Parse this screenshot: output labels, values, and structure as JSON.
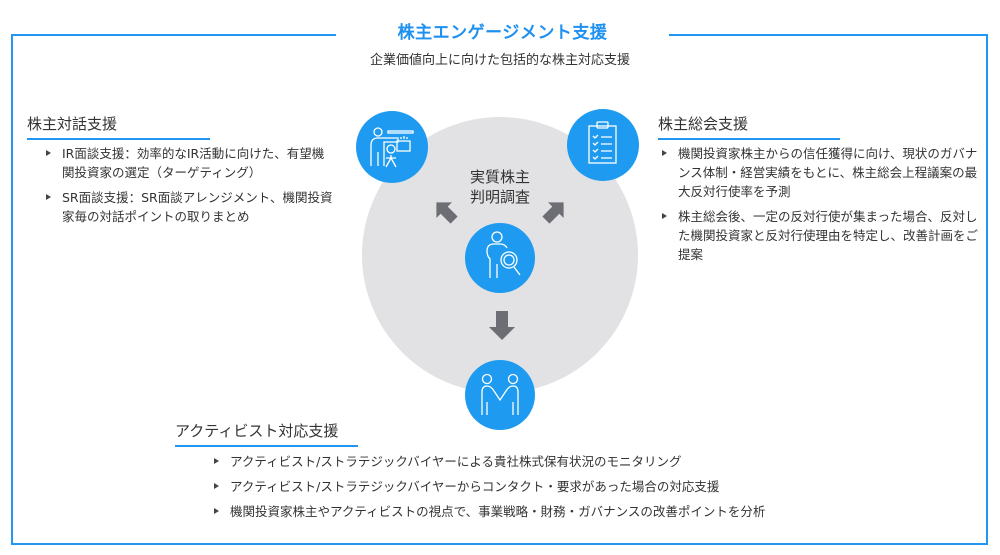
{
  "header": {
    "title": "株主エンゲージメント支援",
    "subtitle": "企業価値向上に向けた包括的な株主対応支援"
  },
  "colors": {
    "accent": "#2196f3",
    "icon_circle": "#1e9bf0",
    "background_circle": "#e2e2e4",
    "arrow": "#6d6e74",
    "text": "#333333"
  },
  "center": {
    "label_line1": "実質株主",
    "label_line2": "判明調査",
    "icon": "person-magnifier-icon"
  },
  "sections": {
    "dialogue": {
      "heading": "株主対話支援",
      "icon": "presentation-icon",
      "bullets": [
        "IR面談支援：効率的なIR活動に向けた、有望機関投資家の選定（ターゲティング）",
        "SR面談支援：SR面談アレンジメント、機関投資家毎の対話ポイントの取りまとめ"
      ]
    },
    "agm": {
      "heading": "株主総会支援",
      "icon": "clipboard-checklist-icon",
      "bullets": [
        "機関投資家株主からの信任獲得に向け、現状のガバナンス体制・経営実績をもとに、株主総会上程議案の最大反対行使率を予測",
        "株主総会後、一定の反対行使が集まった場合、反対した機関投資家と反対行使理由を特定し、改善計画をご提案"
      ]
    },
    "activist": {
      "heading": "アクティビスト対応支援",
      "icon": "handshake-icon",
      "bullets": [
        "アクティビスト/ストラテジックバイヤーによる貴社株式保有状況のモニタリング",
        "アクティビスト/ストラテジックバイヤーからコンタクト・要求があった場合の対応支援",
        "機関投資家株主やアクティビストの視点で、事業戦略・財務・ガバナンスの改善ポイントを分析"
      ]
    }
  }
}
